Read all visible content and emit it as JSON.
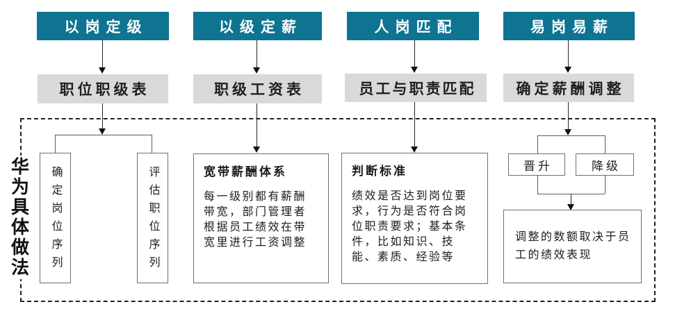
{
  "side_label": "华为具体做法",
  "colors": {
    "header_bg": "#0e7491",
    "header_text": "#ffffff",
    "subheader_bg": "#d9d9d9",
    "line": "#5a5a5a"
  },
  "columns": [
    {
      "header": "以岗定级",
      "result": "职位职级表",
      "branches": [
        "确定岗位序列",
        "评估职位序列"
      ]
    },
    {
      "header": "以级定薪",
      "result": "职级工资表",
      "detail": {
        "title": "宽带薪酬体系",
        "body": "每一级别都有薪酬带宽，部门管理者根据员工绩效在带宽里进行工资调整"
      }
    },
    {
      "header": "人岗匹配",
      "result": "员工与职责匹配",
      "detail": {
        "title": "判断标准",
        "body": "绩效是否达到岗位要求，行为是否符合岗位职责要求；基本条件，比如知识、技能、素质、经验等"
      }
    },
    {
      "header": "易岗易薪",
      "result": "确定薪酬调整",
      "options": [
        "晋升",
        "降级"
      ],
      "outcome": "调整的数额取决于员工的绩效表现"
    }
  ]
}
